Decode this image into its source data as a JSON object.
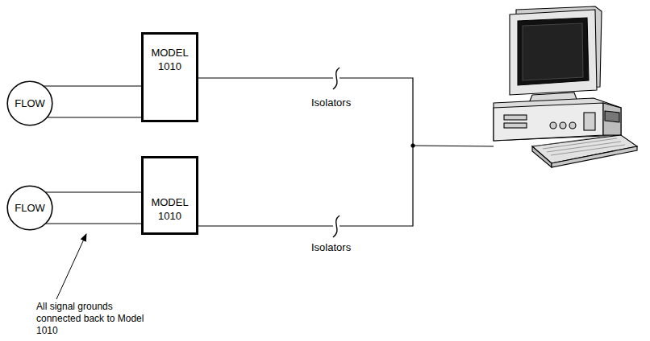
{
  "diagram": {
    "nodes": [
      {
        "text": [
          "FLOW"
        ]
      },
      {
        "text": [
          "MODEL 1010"
        ]
      },
      {
        "text": [
          "FLOW"
        ]
      },
      {
        "text": [
          "MODEL 1010"
        ]
      }
    ],
    "edges": [
      {
        "from": 0,
        "to": 1,
        "arrow": "none"
      },
      {
        "from": 0,
        "to": 1,
        "arrow": "none"
      },
      {
        "from": 2,
        "to": 3,
        "arrow": "none"
      },
      {
        "from": 2,
        "to": 3,
        "arrow": "none"
      }
    ],
    "labels": [
      "Isolators",
      "Isolators",
      "All signal grounds connected back to Model 1010"
    ]
  }
}
